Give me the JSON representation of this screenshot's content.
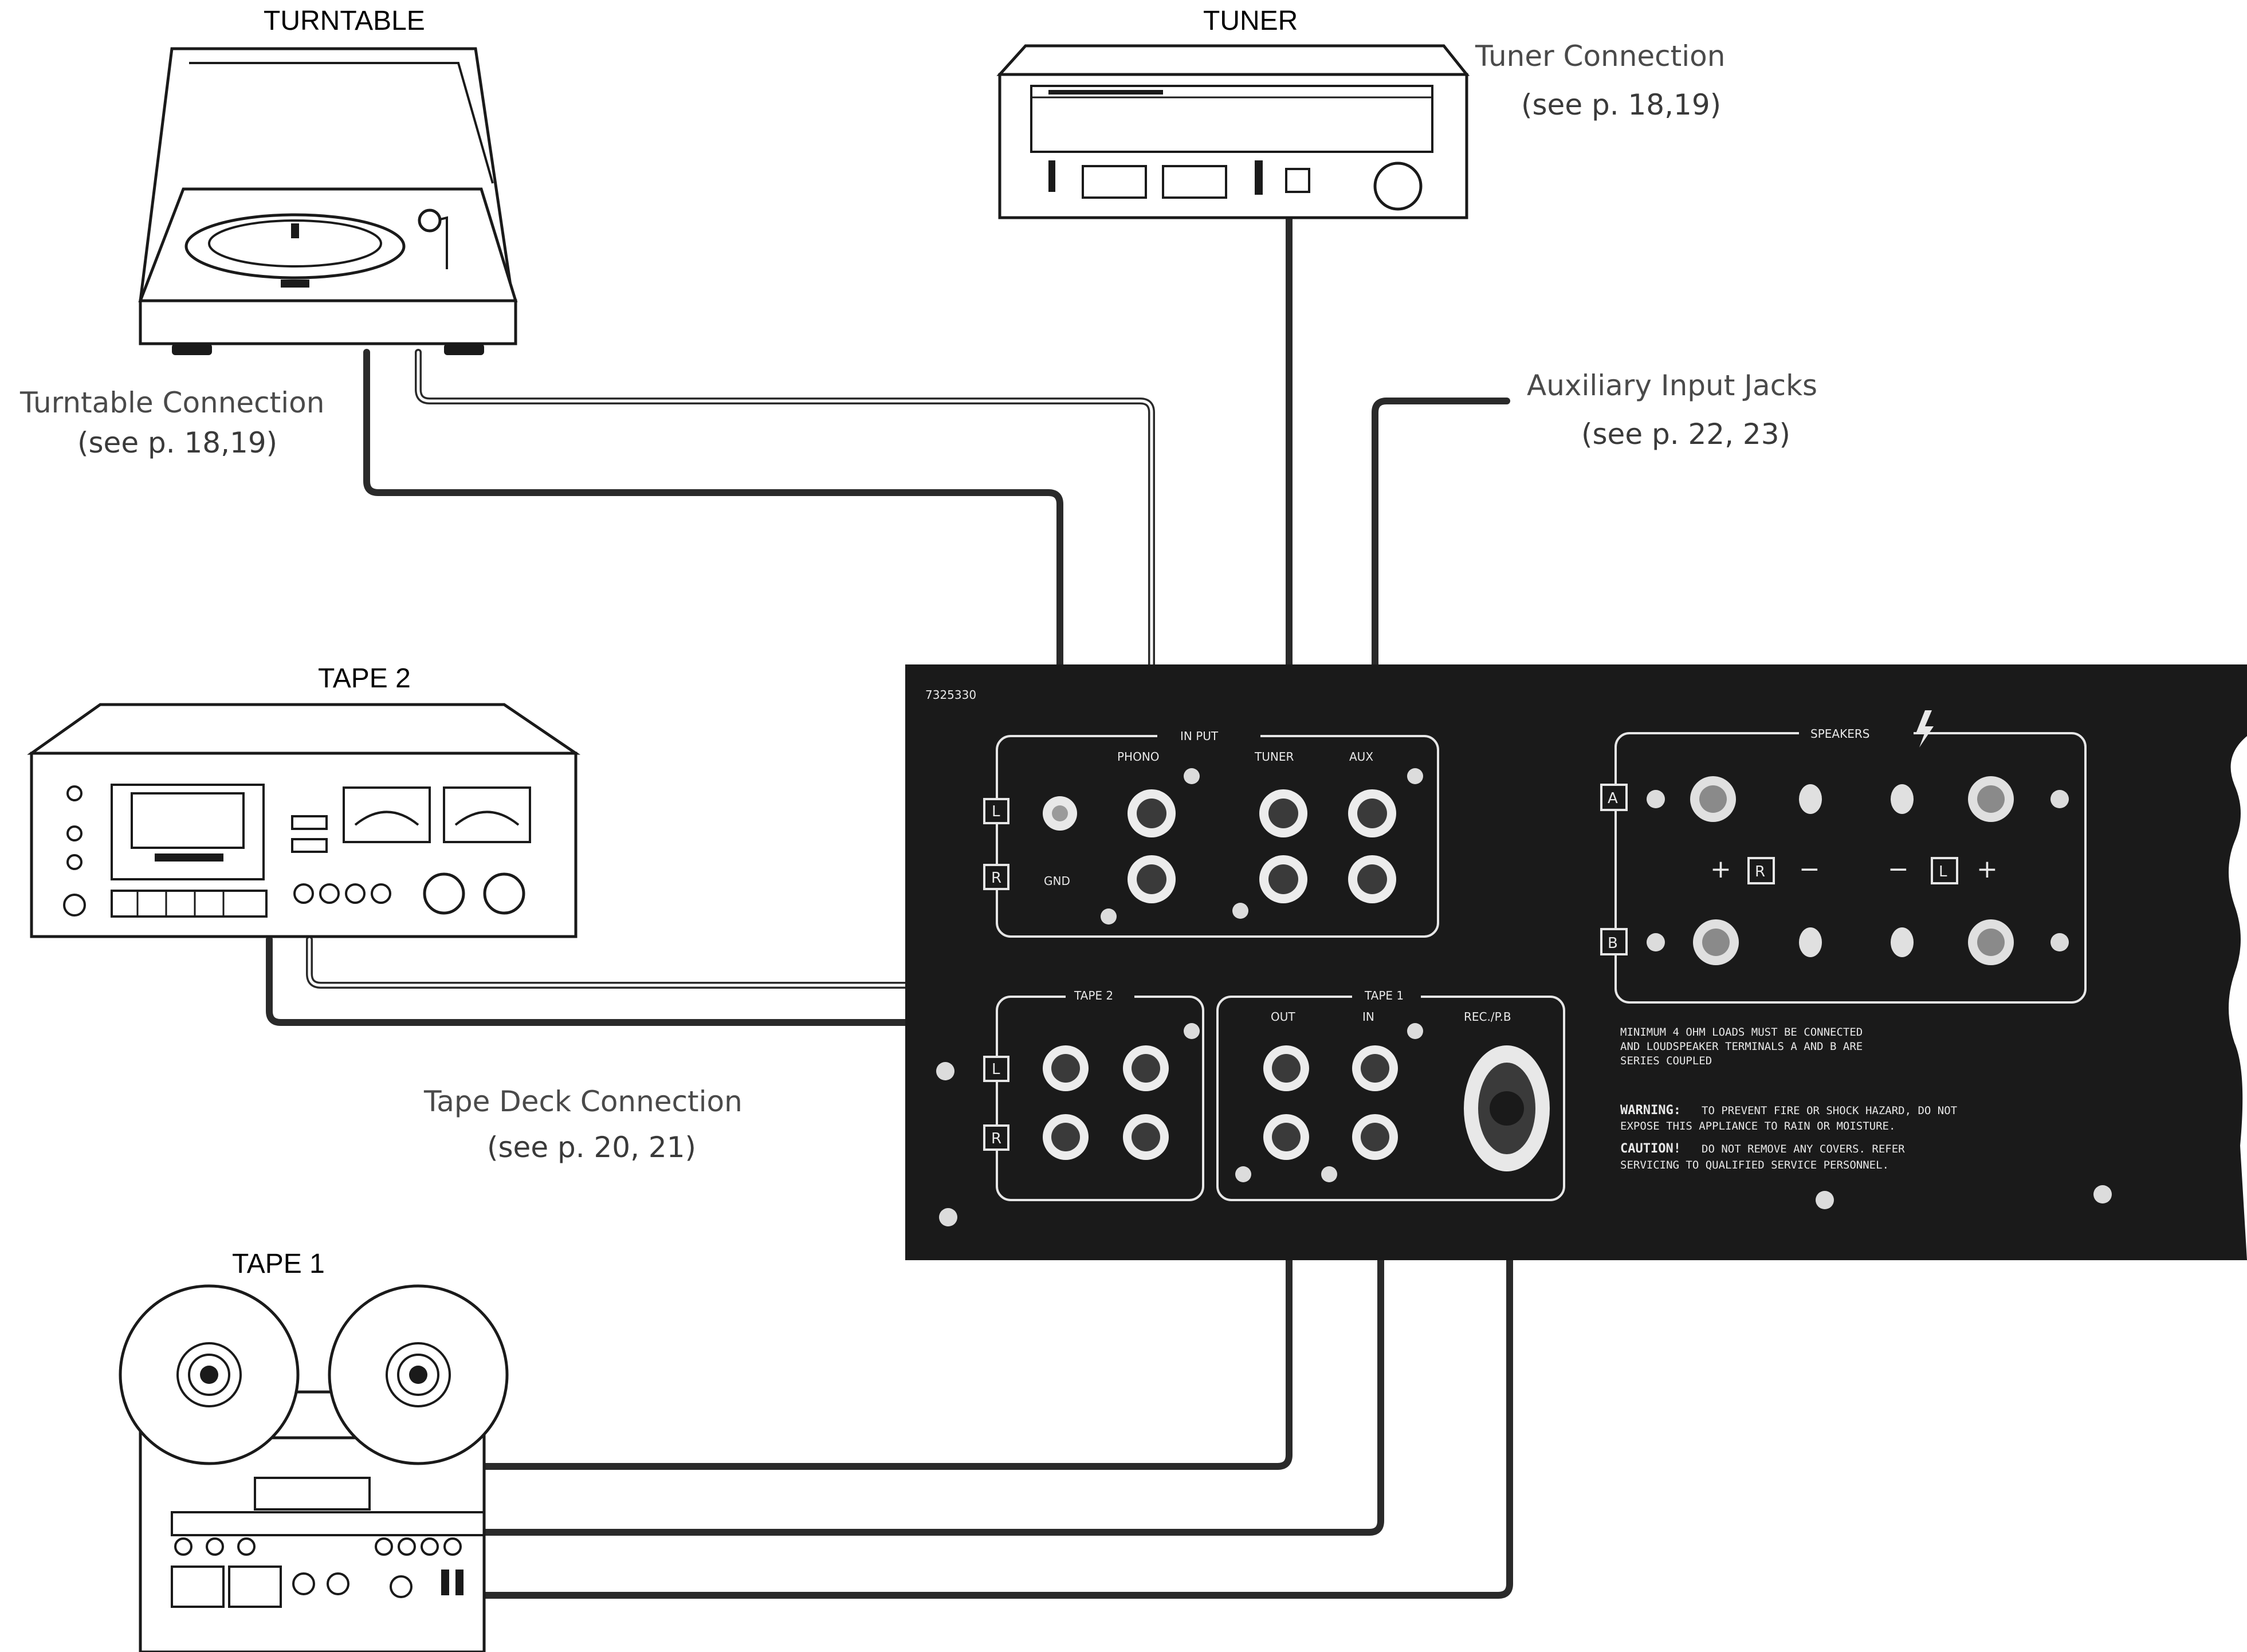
{
  "devices": {
    "turntable": {
      "label": "TURNTABLE"
    },
    "tuner": {
      "label": "TUNER"
    },
    "tape2": {
      "label": "TAPE 2"
    },
    "tape1": {
      "label": "TAPE 1"
    }
  },
  "connections": {
    "tuner": {
      "title": "Tuner Connection",
      "ref": "(see p. 18,19)"
    },
    "turntable": {
      "title": "Turntable Connection",
      "ref": "(see p. 18,19)"
    },
    "aux": {
      "title": "Auxiliary Input Jacks",
      "ref": "(see p. 22, 23)"
    },
    "tape": {
      "title": "Tape Deck Connection",
      "ref": "(see p. 20, 21)"
    }
  },
  "panel": {
    "serial": "7325330",
    "input_label": "IN PUT",
    "phono": "PHONO",
    "tuner": "TUNER",
    "aux": "AUX",
    "gnd": "GND",
    "left": "L",
    "right": "R",
    "tape2": "TAPE 2",
    "tape1": "TAPE 1",
    "out": "OUT",
    "in": "IN",
    "recpb": "REC./P.B",
    "speakers": "SPEAKERS",
    "spk_a": "A",
    "spk_b": "B",
    "plus": "+",
    "minus": "−",
    "min_load_1": "MINIMUM 4 OHM LOADS MUST BE CONNECTED",
    "min_load_2": "AND LOUDSPEAKER TERMINALS A AND B ARE",
    "min_load_3": "SERIES COUPLED",
    "warn_head": "WARNING:",
    "warn_1": "TO PREVENT FIRE OR SHOCK HAZARD, DO NOT",
    "warn_2": "EXPOSE THIS APPLIANCE TO RAIN OR MOISTURE.",
    "caution_head": "CAUTION!",
    "caution_1": "DO NOT REMOVE ANY COVERS. REFER",
    "caution_2": "SERVICING TO QUALIFIED SERVICE PERSONNEL."
  }
}
